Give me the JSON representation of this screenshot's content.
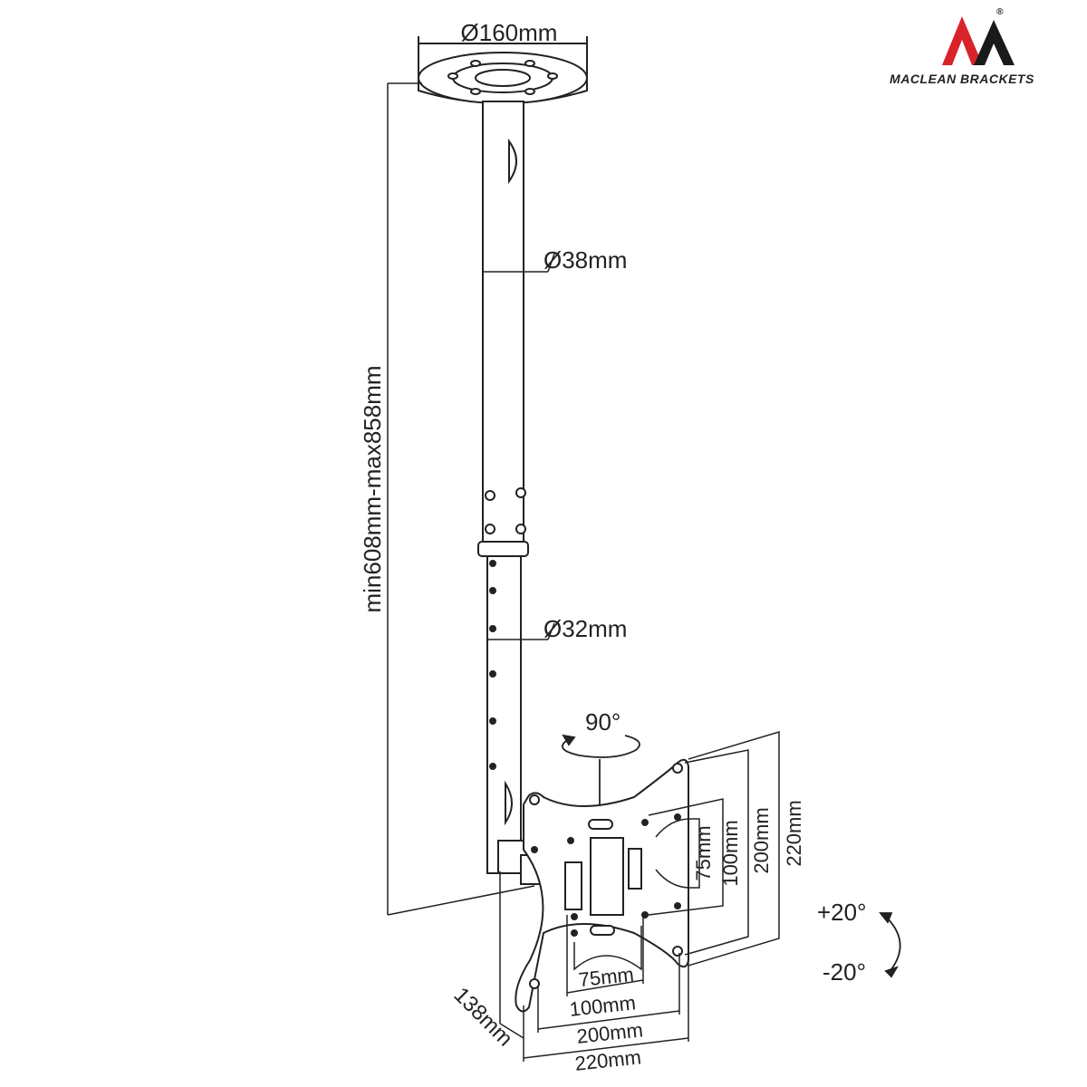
{
  "brand": {
    "name": "MACLEAN BRACKETS",
    "registered_mark": "®",
    "logo_colors": {
      "red": "#d8232a",
      "black": "#1a1a1a"
    }
  },
  "dimensions": {
    "ceiling_plate": "Ø160mm",
    "upper_tube": "Ø38mm",
    "lower_tube": "Ø32mm",
    "height_range": "min608mm-max858mm",
    "swivel": "90°",
    "tilt_up": "+20°",
    "tilt_down": "-20°",
    "depth": "138mm",
    "vesa_h": [
      "75mm",
      "100mm",
      "200mm",
      "220mm"
    ],
    "vesa_v": [
      "75mm",
      "100mm",
      "200mm",
      "220mm"
    ]
  },
  "colors": {
    "line": "#222222",
    "background": "#ffffff"
  }
}
